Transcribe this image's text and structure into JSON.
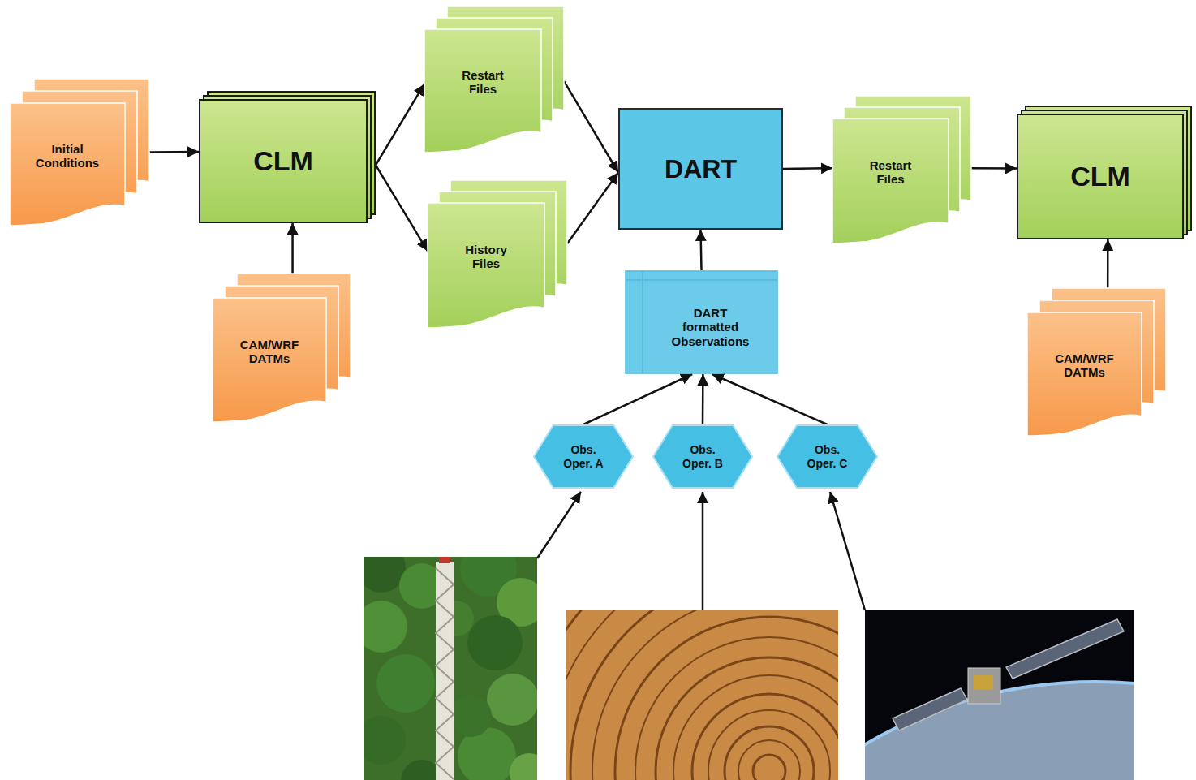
{
  "diagram": {
    "nodes": [
      {
        "text": [
          "Initial Conditions"
        ]
      },
      {
        "text": [
          "CLM"
        ]
      },
      {
        "text": [
          "CAM/WRF DATMs"
        ]
      },
      {
        "text": [
          "Restart Files"
        ]
      },
      {
        "text": [
          "History Files"
        ]
      },
      {
        "text": [
          "DART"
        ]
      },
      {
        "text": [
          "DART formatted Observations"
        ]
      },
      {
        "text": [
          "Restart Files"
        ]
      },
      {
        "text": [
          "CLM"
        ]
      },
      {
        "text": [
          "CAM/WRF DATMs"
        ]
      },
      {
        "text": [
          "Obs. Oper. A"
        ]
      },
      {
        "text": [
          "Obs. Oper. B"
        ]
      },
      {
        "text": [
          "Obs. Oper. C"
        ]
      }
    ],
    "edges": [
      {
        "from": 0,
        "to": 1,
        "arrow": "to"
      },
      {
        "from": 2,
        "to": 1,
        "arrow": "to"
      },
      {
        "from": 1,
        "to": 3,
        "arrow": "to"
      },
      {
        "from": 1,
        "to": 4,
        "arrow": "to"
      },
      {
        "from": 3,
        "to": 5,
        "arrow": "to"
      },
      {
        "from": 4,
        "to": 5,
        "arrow": "to"
      },
      {
        "from": 6,
        "to": 5,
        "arrow": "to"
      },
      {
        "from": 5,
        "to": 7,
        "arrow": "to"
      },
      {
        "from": 7,
        "to": 8,
        "arrow": "to"
      },
      {
        "from": 9,
        "to": 8,
        "arrow": "to"
      },
      {
        "from": 10,
        "to": 6,
        "arrow": "to"
      },
      {
        "from": 11,
        "to": 6,
        "arrow": "to"
      },
      {
        "from": 12,
        "to": 6,
        "arrow": "to"
      }
    ]
  }
}
